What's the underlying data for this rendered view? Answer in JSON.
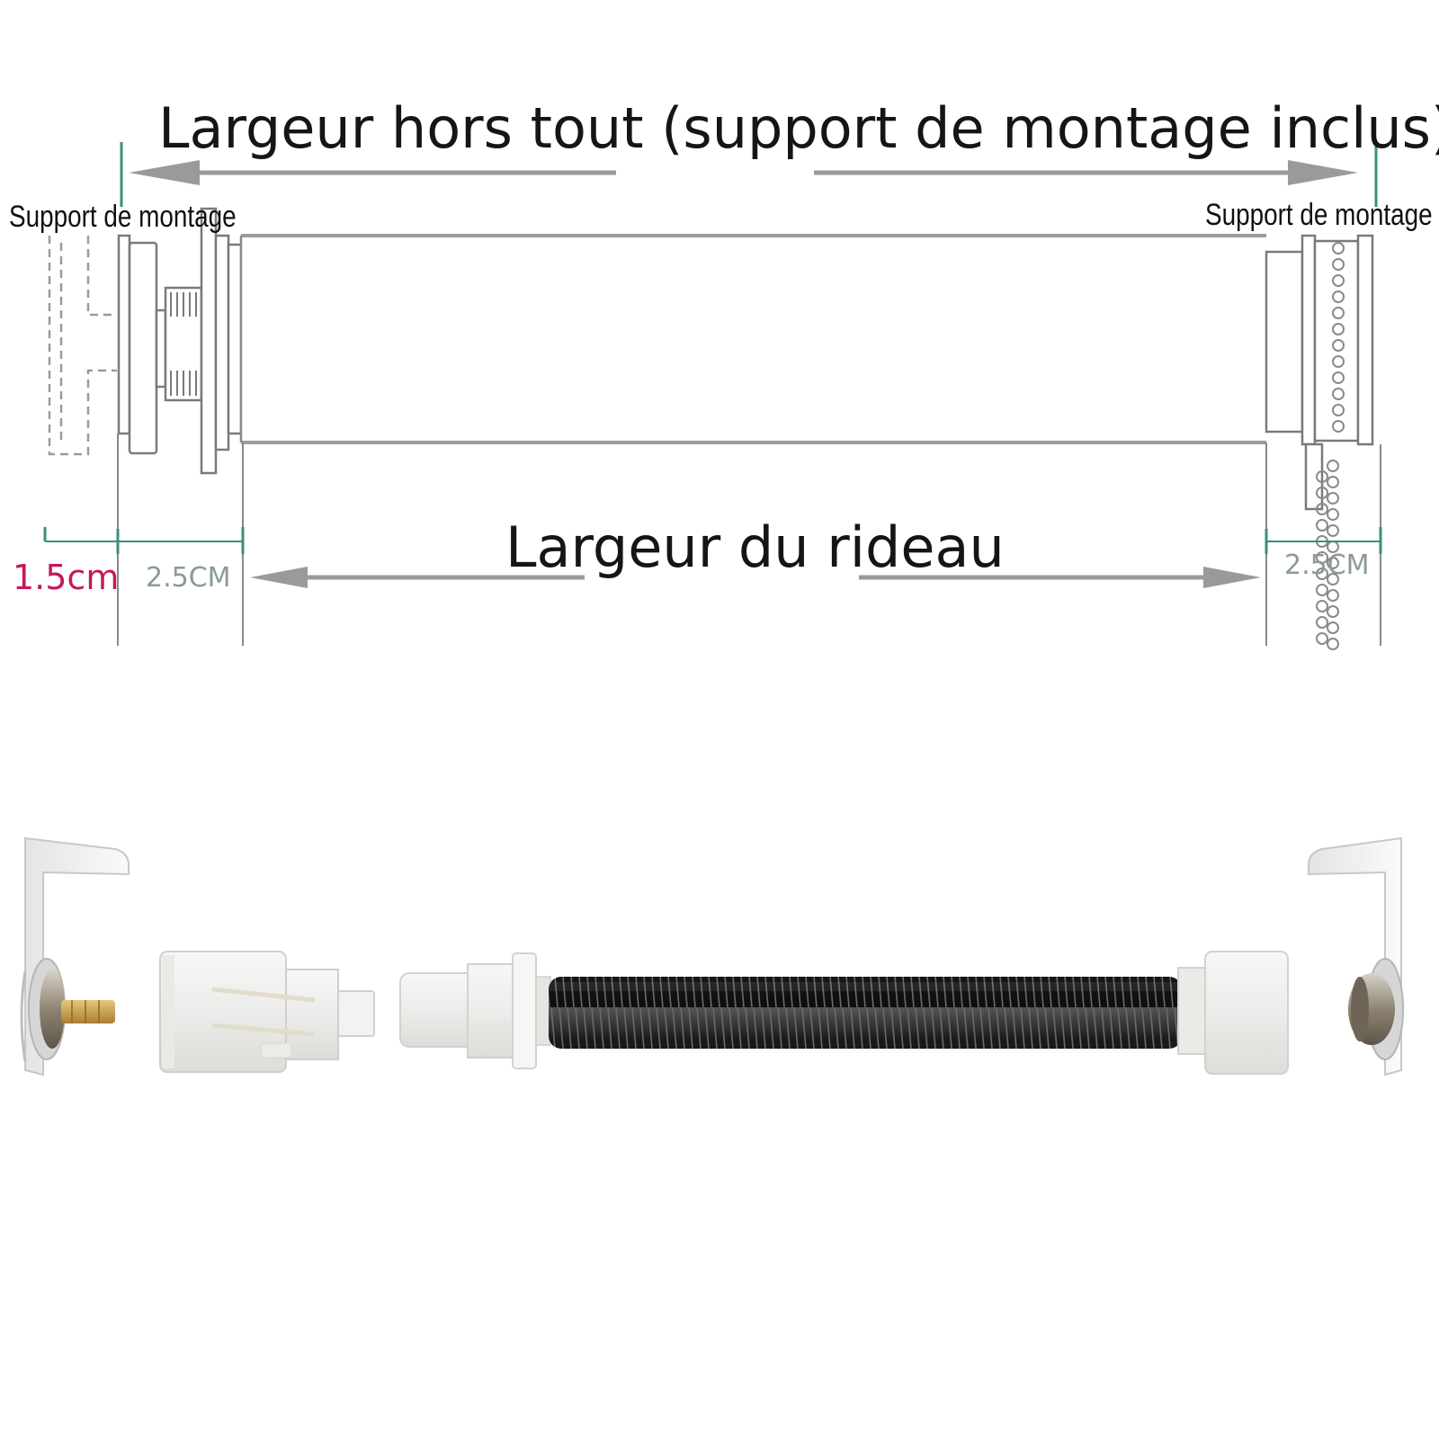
{
  "labels": {
    "overall_width": "Largeur hors tout (support de montage inclus)",
    "support_left": "Support de montage",
    "support_right": "Support de montage",
    "curtain_width": "Largeur du rideau",
    "offset_left_small": "1.5cm",
    "offset_left": "2.5CM",
    "offset_right": "2.5CM"
  },
  "colors": {
    "dimension_tick": "#3a8f7d",
    "arrow_gray": "#9a9a9a",
    "pink_text": "#c21a5b",
    "spring_black": "#1c1c1c",
    "plastic_white": "#f3f3f1",
    "metal_brass": "#c8a35a"
  }
}
